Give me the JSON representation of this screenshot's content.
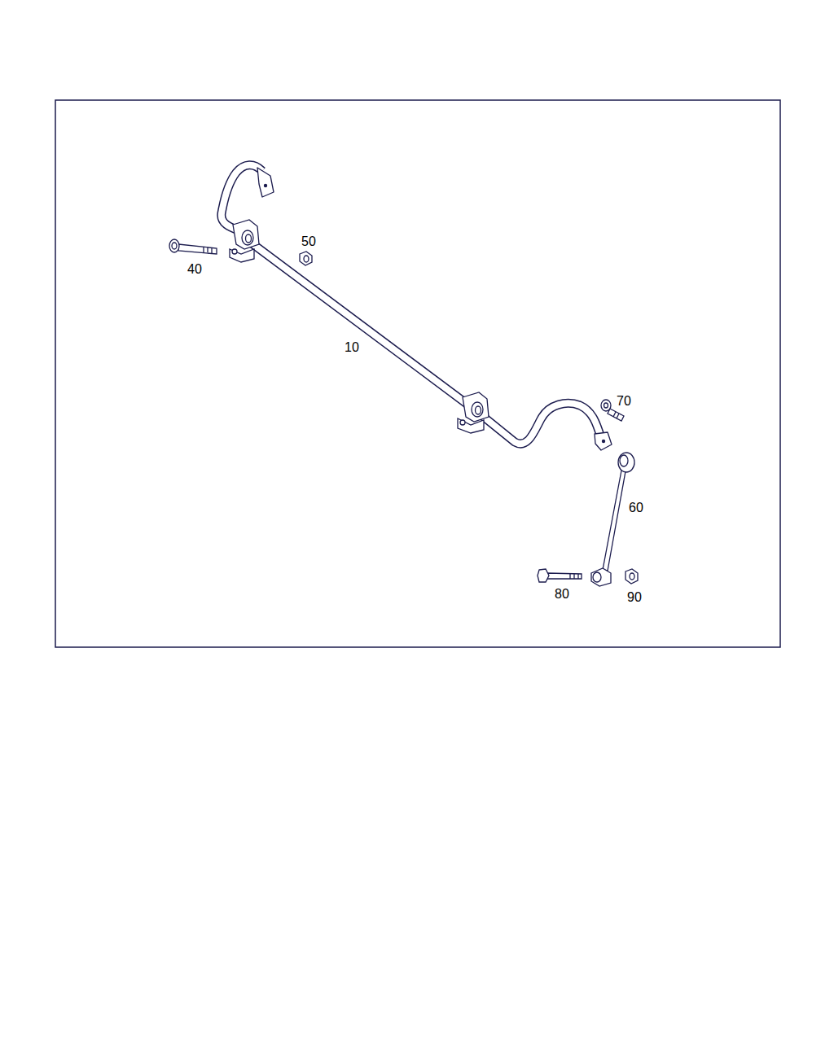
{
  "diagram": {
    "labels": [
      "50",
      "40",
      "10",
      "70",
      "60",
      "80",
      "90"
    ]
  }
}
